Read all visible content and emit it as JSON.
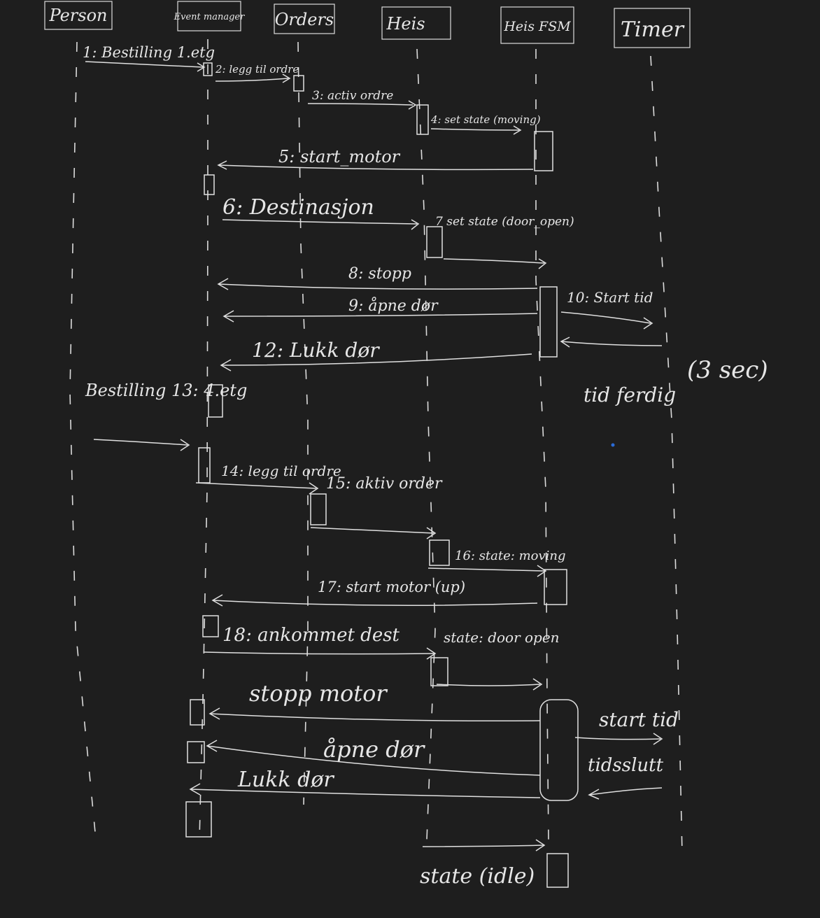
{
  "participants": [
    {
      "id": "person",
      "label": "Person"
    },
    {
      "id": "eventmanager",
      "label": "Event manager"
    },
    {
      "id": "orders",
      "label": "Orders"
    },
    {
      "id": "heis",
      "label": "Heis"
    },
    {
      "id": "heisfsm",
      "label": "Heis FSM"
    },
    {
      "id": "timer",
      "label": "Timer"
    }
  ],
  "messages": [
    {
      "id": "m1",
      "label": "1: Bestilling 1.etg",
      "from": "person",
      "to": "eventmanager"
    },
    {
      "id": "m2",
      "label": "2: legg til ordre",
      "from": "eventmanager",
      "to": "orders"
    },
    {
      "id": "m3",
      "label": "3: activ ordre",
      "from": "orders",
      "to": "heis"
    },
    {
      "id": "m4",
      "label": "4: set state (moving)",
      "from": "heis",
      "to": "heisfsm"
    },
    {
      "id": "m5",
      "label": "5: start_motor",
      "from": "heisfsm",
      "to": "eventmanager"
    },
    {
      "id": "m6",
      "label": "6: Destinasjon",
      "from": "eventmanager",
      "to": "heis"
    },
    {
      "id": "m7",
      "label": "7 set state (door_open)",
      "from": "heis",
      "to": "heisfsm"
    },
    {
      "id": "m8",
      "label": "8: stopp",
      "from": "heisfsm",
      "to": "eventmanager"
    },
    {
      "id": "m9",
      "label": "9: åpne dør",
      "from": "heisfsm",
      "to": "eventmanager"
    },
    {
      "id": "m10",
      "label": "10: Start tid",
      "from": "heisfsm",
      "to": "timer"
    },
    {
      "id": "m11",
      "label": "tid ferdig",
      "from": "timer",
      "to": "heisfsm"
    },
    {
      "id": "m12",
      "label": "12: Lukk dør",
      "from": "heisfsm",
      "to": "eventmanager"
    },
    {
      "id": "m13",
      "label": "Bestilling 13: 4.etg",
      "from": "person",
      "to": "eventmanager"
    },
    {
      "id": "m14",
      "label": "14: legg til ordre",
      "from": "eventmanager",
      "to": "orders"
    },
    {
      "id": "m15",
      "label": "15: aktiv order",
      "from": "orders",
      "to": "heis"
    },
    {
      "id": "m16",
      "label": "16: state: moving",
      "from": "heis",
      "to": "heisfsm"
    },
    {
      "id": "m17",
      "label": "17: start motor (up)",
      "from": "heisfsm",
      "to": "eventmanager"
    },
    {
      "id": "m18",
      "label": "18: ankommet dest",
      "from": "eventmanager",
      "to": "heis"
    },
    {
      "id": "m19",
      "label": "state: door open",
      "from": "heis",
      "to": "heisfsm"
    },
    {
      "id": "m20",
      "label": "stopp motor",
      "from": "heisfsm",
      "to": "eventmanager"
    },
    {
      "id": "m21",
      "label": "åpne dør",
      "from": "heisfsm",
      "to": "eventmanager"
    },
    {
      "id": "m22",
      "label": "start tid",
      "from": "heisfsm",
      "to": "timer"
    },
    {
      "id": "m23",
      "label": "tidsslutt",
      "from": "timer",
      "to": "heisfsm"
    },
    {
      "id": "m24",
      "label": "Lukk dør",
      "from": "heisfsm",
      "to": "eventmanager"
    },
    {
      "id": "m25",
      "label": "state (idle)",
      "from": "heis",
      "to": "heisfsm"
    }
  ],
  "notes": [
    {
      "id": "n1",
      "label": "(3 sec)"
    }
  ]
}
